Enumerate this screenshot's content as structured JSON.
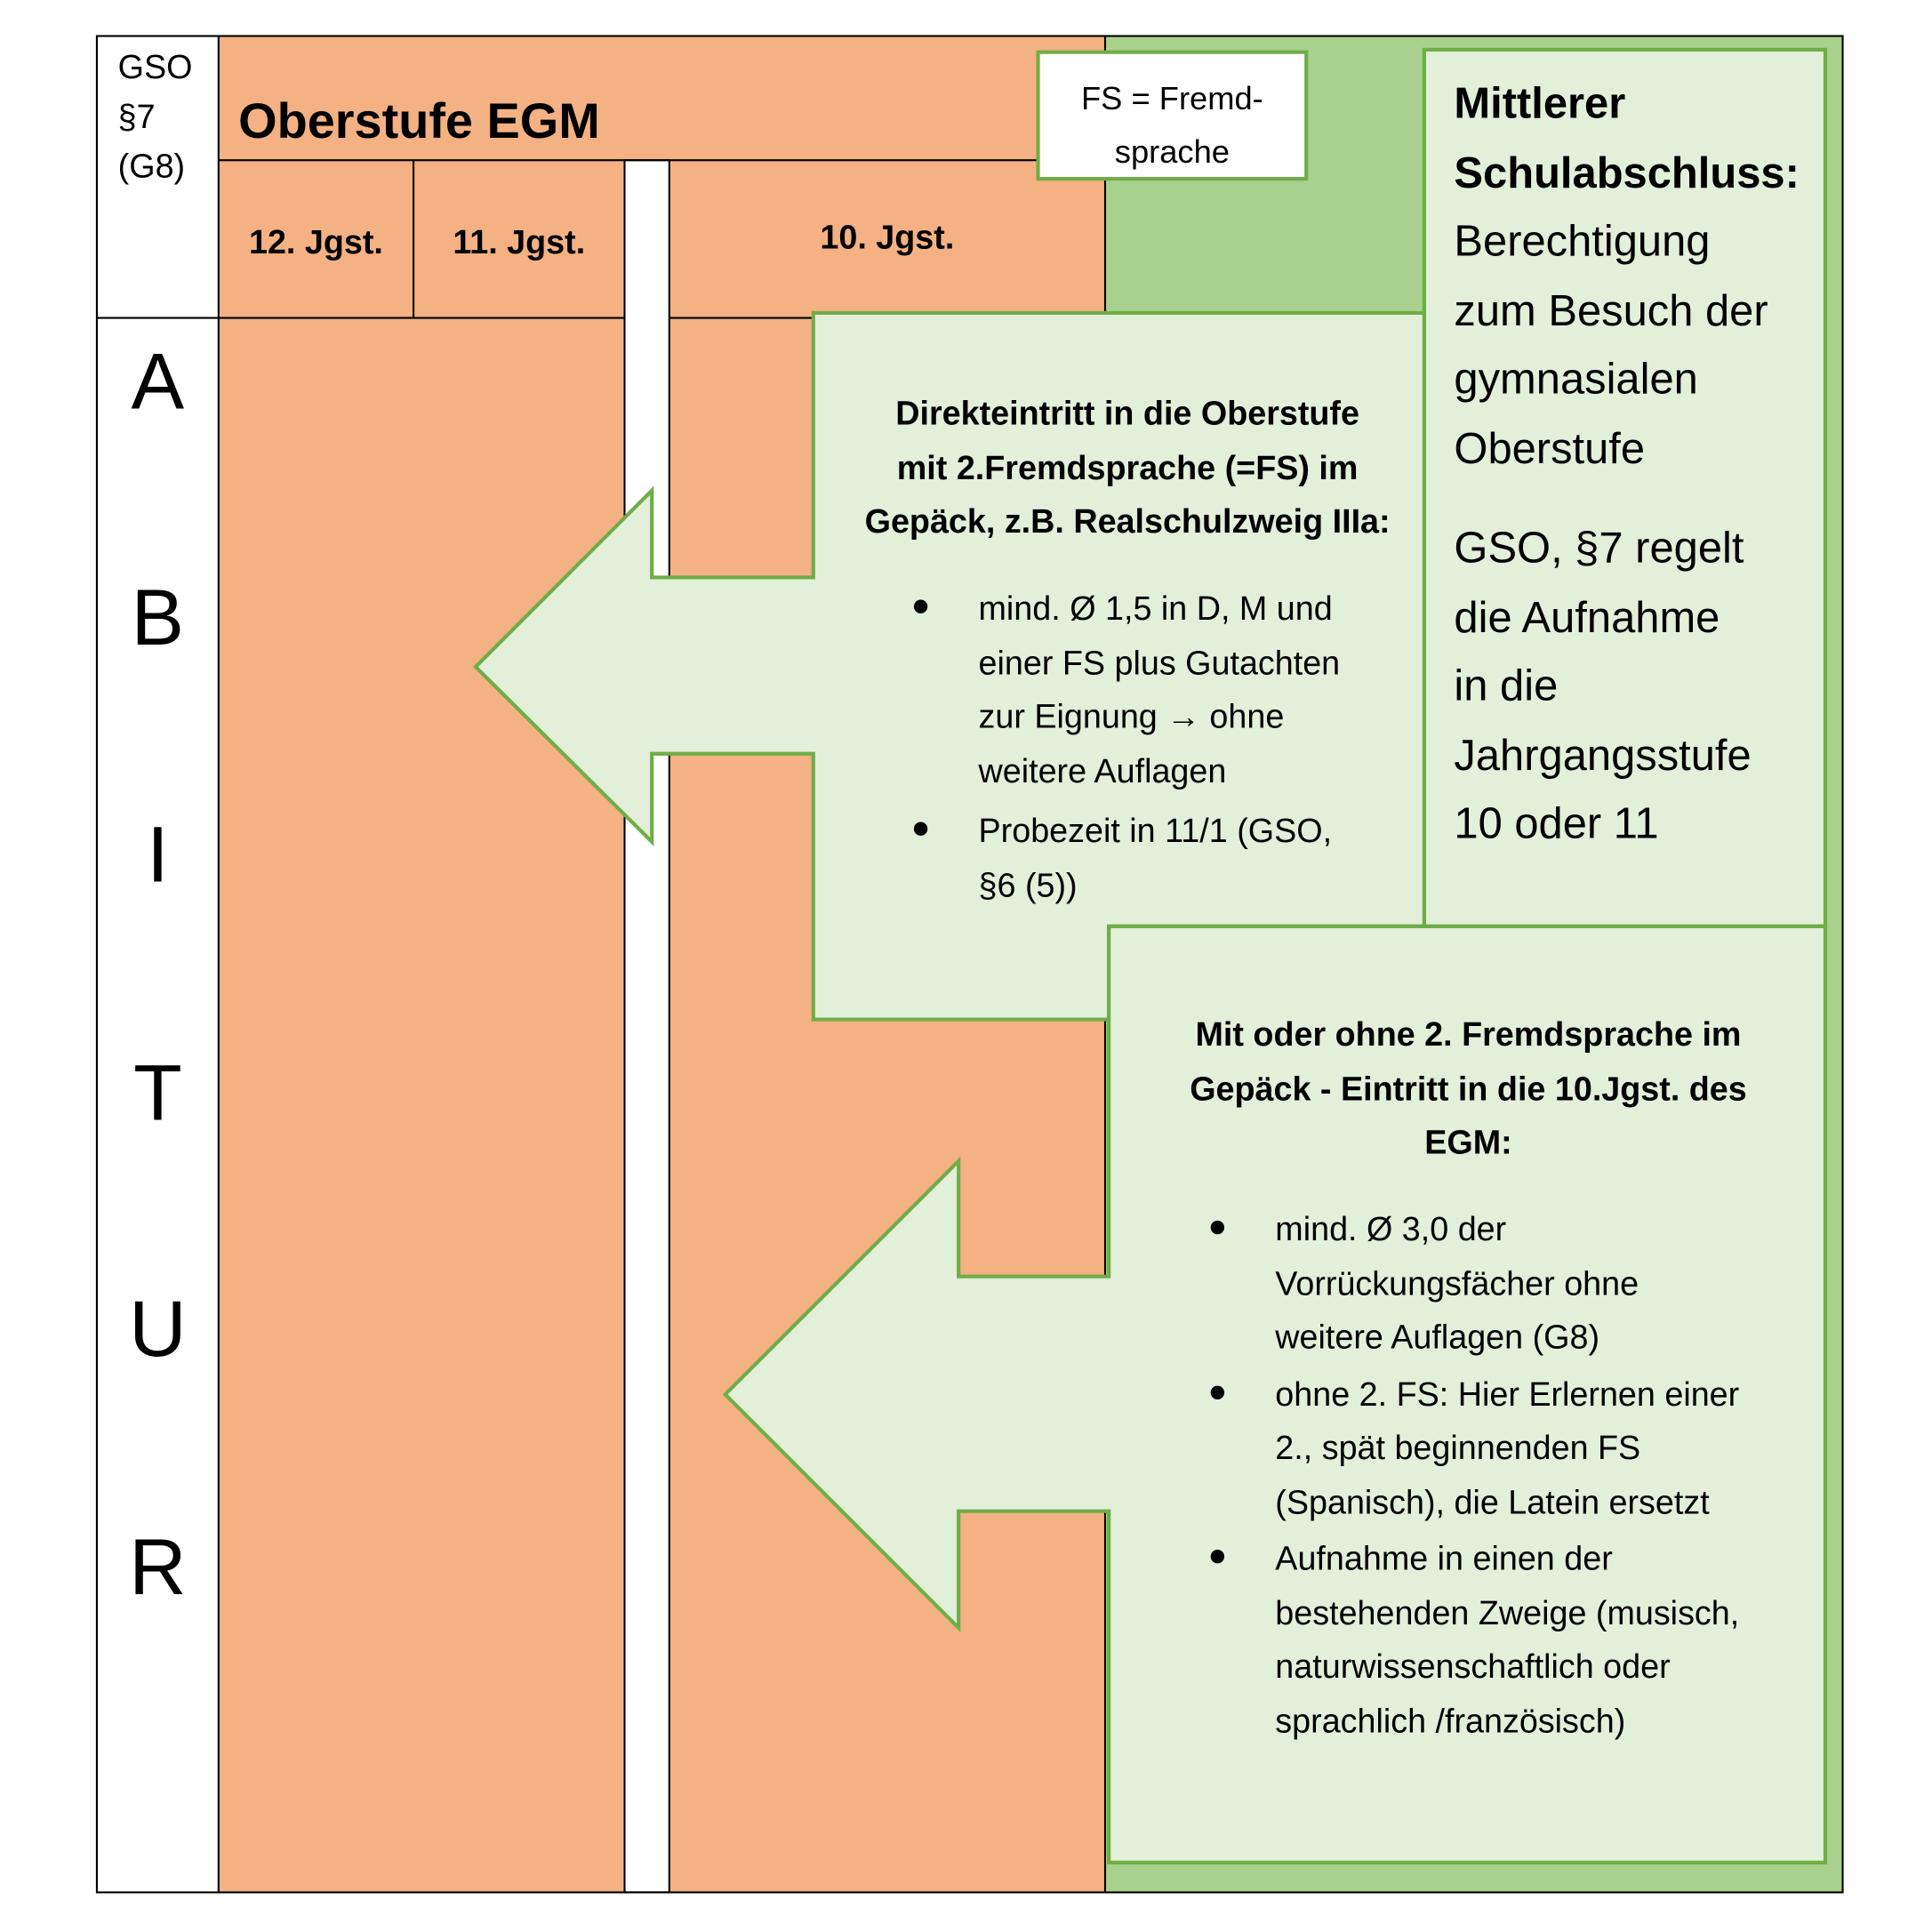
{
  "colors": {
    "orange": "#f4b183",
    "green": "#a9d18e",
    "light_green": "#e2efd9",
    "border_green": "#70ad47"
  },
  "left_header": {
    "lines": [
      "GSO",
      "§7",
      "(G8)"
    ]
  },
  "title": "Oberstufe EGM",
  "columns": [
    "12. Jgst.",
    "11. Jgst.",
    "10. Jgst."
  ],
  "abitur_letters": [
    "A",
    "B",
    "I",
    "T",
    "U",
    "R"
  ],
  "legend_box": {
    "lines": [
      "FS = Fremd-",
      "sprache"
    ]
  },
  "msa_box": {
    "title_lines": [
      "Mittlerer",
      "Schulabschluss:"
    ],
    "text_lines": [
      "Berechtigung",
      "zum Besuch der",
      "gymnasialen",
      "Oberstufe"
    ],
    "rule_lines": [
      "GSO, §7 regelt",
      "die Aufnahme",
      "in die",
      "Jahrgangsstufe",
      "10 oder 11"
    ]
  },
  "arrow_upper": {
    "heading_lines": [
      "Direkteintritt in die Oberstufe",
      "mit 2.Fremdsprache (=FS) im",
      "Gepäck, z.B. Realschulzweig IIIa:"
    ],
    "bullets": [
      [
        "mind. Ø 1,5 in D, M und",
        "einer FS plus Gutachten",
        "zur Eignung → ohne",
        "weitere Auflagen"
      ],
      [
        "Probezeit in 11/1 (GSO,",
        "§6 (5))"
      ]
    ]
  },
  "arrow_lower": {
    "heading_lines": [
      "Mit oder ohne 2. Fremdsprache im",
      "Gepäck - Eintritt in die 10.Jgst. des",
      "EGM:"
    ],
    "bullets": [
      [
        "mind. Ø 3,0 der",
        "Vorrückungsfächer ohne",
        "weitere Auflagen (G8)"
      ],
      [
        "ohne 2. FS: Hier Erlernen einer",
        "2., spät beginnenden FS",
        "(Spanisch), die Latein ersetzt"
      ],
      [
        "Aufnahme in einen der",
        "bestehenden Zweige (musisch,",
        "naturwissenschaftlich oder",
        "sprachlich /französisch)"
      ]
    ]
  }
}
